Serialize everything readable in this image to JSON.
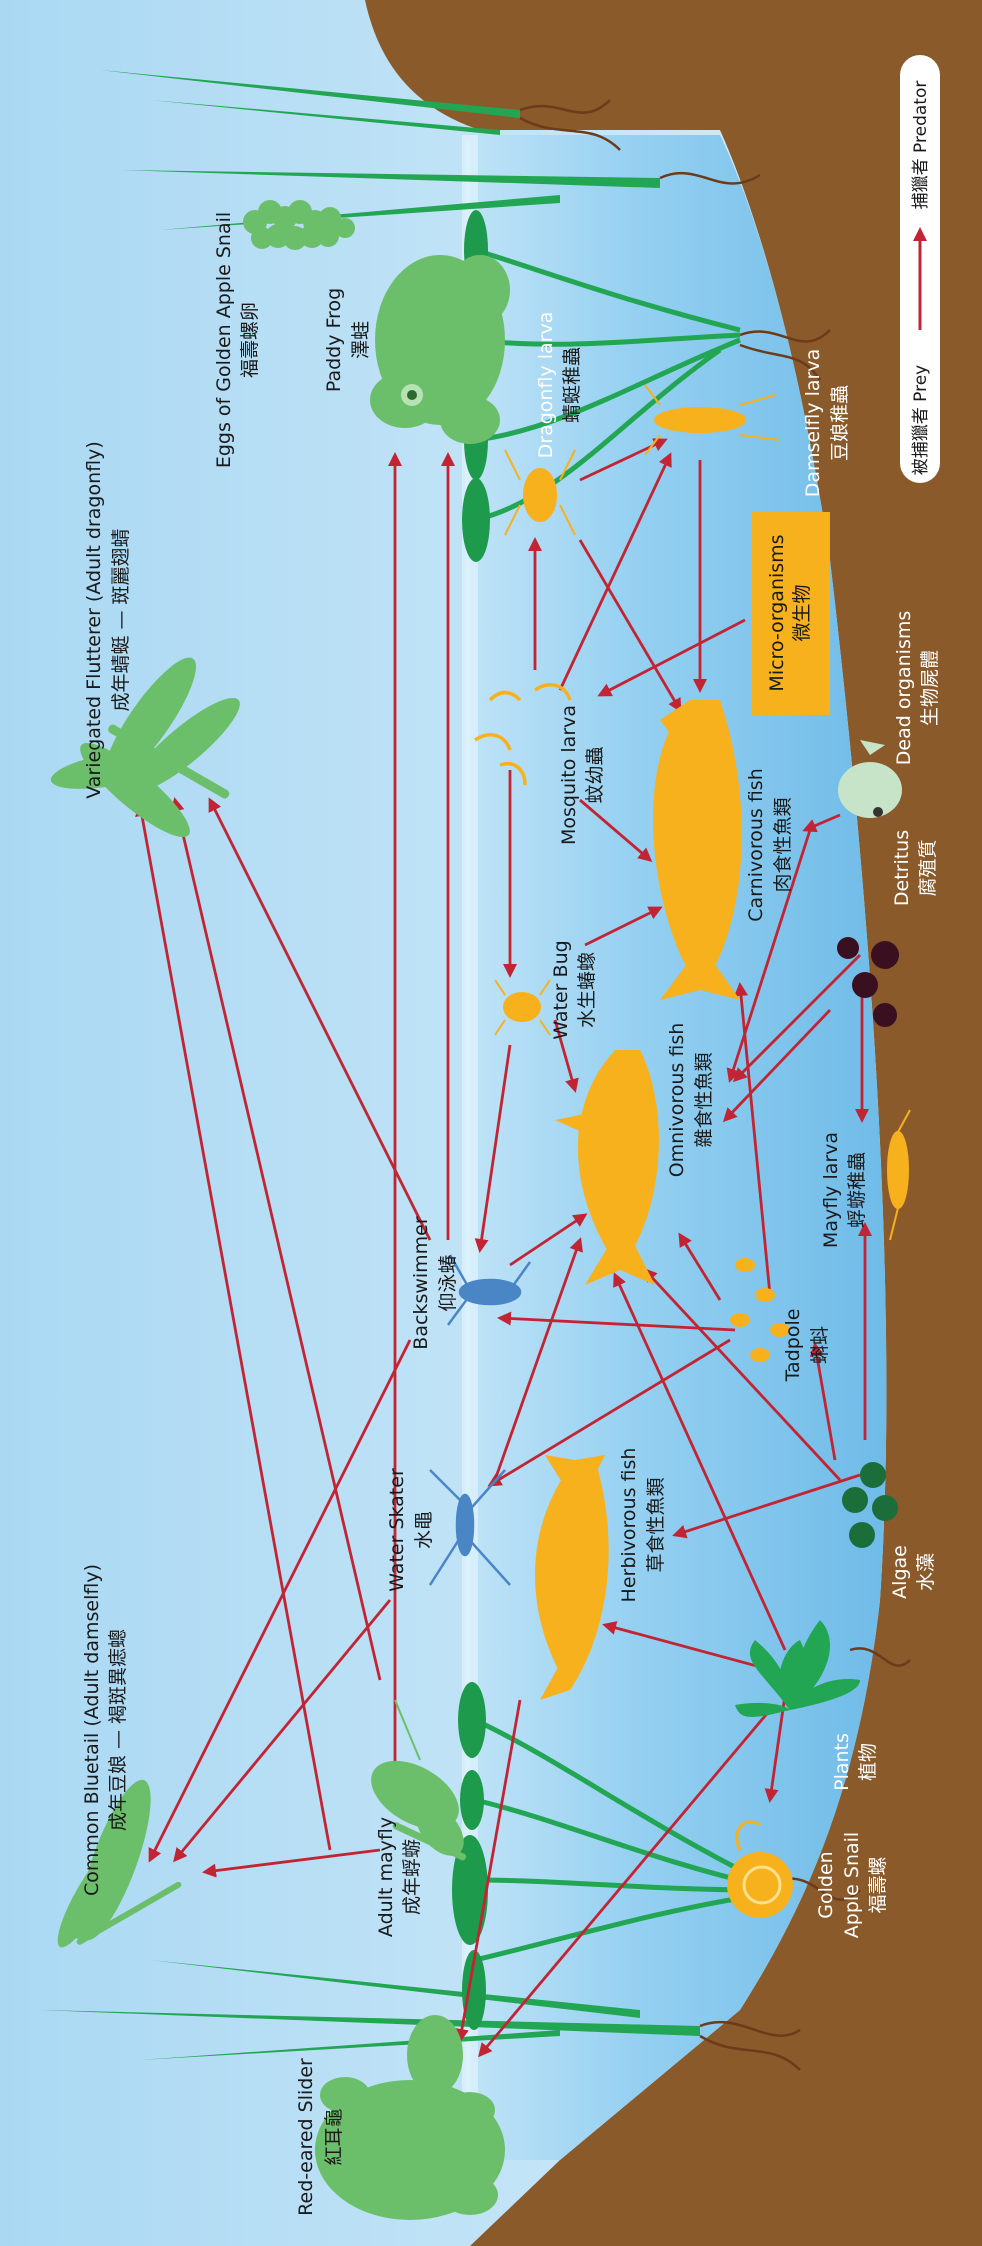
{
  "labels": {
    "red_eared_slider_en": "Red-eared Slider",
    "red_eared_slider_zh": "紅耳龜",
    "common_bluetail_en": "Common Bluetail (Adult damselfly)",
    "common_bluetail_zh": "成年豆娘 — 褐斑異痣蟌",
    "adult_mayfly_en": "Adult mayfly",
    "adult_mayfly_zh": "成年蜉蝣",
    "water_skater_en": "Water Skater",
    "water_skater_zh": "水黽",
    "backswimmer_en": "Backswimmer",
    "backswimmer_zh": "仰泳蝽",
    "variegated_flutterer_en": "Variegated Flutterer (Adult dragonfly)",
    "variegated_flutterer_zh": "成年蜻蜓 — 斑麗翅蜻",
    "eggs_snail_en": "Eggs of Golden Apple Snail",
    "eggs_snail_zh": "福壽螺卵",
    "paddy_frog_en": "Paddy Frog",
    "paddy_frog_zh": "澤蛙",
    "dragonfly_larva_en": "Dragonfly larva",
    "dragonfly_larva_zh": "蜻蜓稚蟲",
    "damselfly_larva_en": "Damselfly larva",
    "damselfly_larva_zh": "豆娘稚蟲",
    "mosquito_larva_en": "Mosquito larva",
    "mosquito_larva_zh": "蚊幼蟲",
    "water_bug_en": "Water Bug",
    "water_bug_zh": "水生蝽蟓",
    "carnivorous_fish_en": "Carnivorous fish",
    "carnivorous_fish_zh": "肉食性魚類",
    "omnivorous_fish_en": "Omnivorous fish",
    "omnivorous_fish_zh": "雜食性魚類",
    "herbivorous_fish_en": "Herbivorous fish",
    "herbivorous_fish_zh": "草食性魚類",
    "tadpole_en": "Tadpole",
    "tadpole_zh": "蝌蚪",
    "mayfly_larva_en": "Mayfly larva",
    "mayfly_larva_zh": "蜉蝣稚蟲",
    "detritus_en": "Detritus",
    "detritus_zh": "腐殖質",
    "dead_organisms_en": "Dead organisms",
    "dead_organisms_zh": "生物屍體",
    "micro_organisms_en": "Micro-organisms",
    "micro_organisms_zh": "微生物",
    "algae_en": "Algae",
    "algae_zh": "水藻",
    "plants_en": "Plants",
    "plants_zh": "植物",
    "golden_snail_en1": "Golden",
    "golden_snail_en2": "Apple Snail",
    "golden_snail_zh": "福壽螺"
  },
  "legend": {
    "prey": "被捕獵者 Prey",
    "predator": "捕獵者 Predator"
  },
  "colors": {
    "sky": "#bfe2f6",
    "water": "#8ccdf0",
    "soil": "#8a5a2b",
    "arrow": "#c22433",
    "animal_green": "#6cbf6a",
    "plant_green": "#22a653",
    "fish_orange": "#f7b11c",
    "bug_blue": "#4a86c5"
  }
}
